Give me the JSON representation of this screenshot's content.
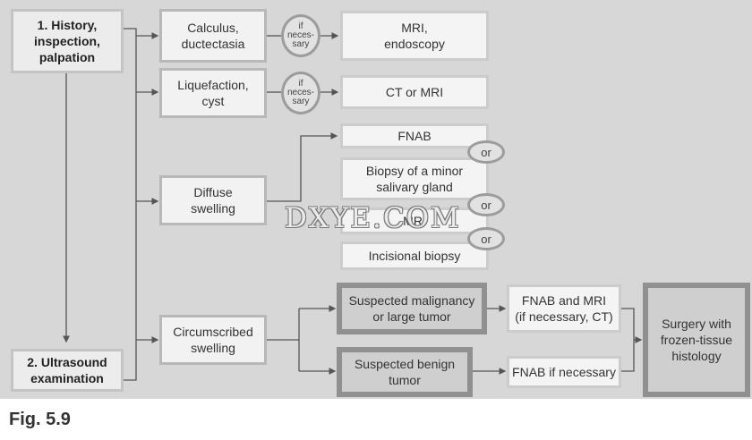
{
  "nodes": {
    "history": "1. History,\ninspection,\npalpation",
    "ultrasound": "2. Ultrasound\nexamination",
    "calculus": "Calculus,\nductectasia",
    "liquefaction": "Liquefaction,\ncyst",
    "diffuse": "Diffuse\nswelling",
    "circumscribed": "Circumscribed\nswelling",
    "mri_endoscopy": "MRI,\nendoscopy",
    "ct_or_mri": "CT or MRI",
    "fnab": "FNAB",
    "biopsy_minor": "Biopsy of a minor\nsalivary gland",
    "mri": "MRI",
    "incisional": "Incisional biopsy",
    "malignancy": "Suspected malignancy\nor large tumor",
    "benign": "Suspected benign\ntumor",
    "fnab_mri": "FNAB and MRI\n(if necessary, CT)",
    "fnab_if": "FNAB if necessary",
    "surgery": "Surgery with\nfrozen-tissue\nhistology"
  },
  "connectors": {
    "if_necessary": "if\nneces-\nsary",
    "or": "or"
  },
  "watermark": "DXYE.COM",
  "figure_label": "Fig. 5.9",
  "colors": {
    "background": "#d7d7d7",
    "box_fill": "#f2f2f2",
    "dark_box_fill": "#cfcfcf",
    "line": "#555555"
  }
}
